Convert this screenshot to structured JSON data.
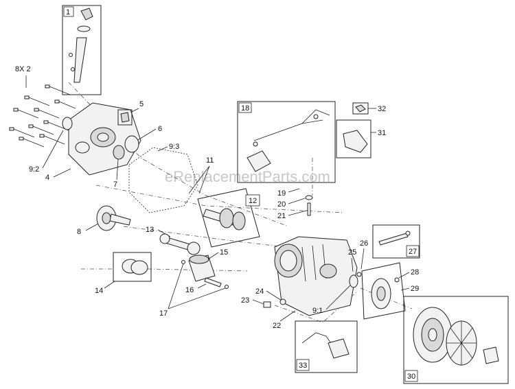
{
  "watermark": "eReplacementParts.com",
  "callouts": {
    "c1": "1",
    "c8x2": "8X 2",
    "c5": "5",
    "c6": "6",
    "c9_2": "9:2",
    "c4": "4",
    "c7": "7",
    "c9_3": "9:3",
    "c11": "11",
    "c18": "18",
    "c32": "32",
    "c31": "31",
    "c19": "19",
    "c20": "20",
    "c21": "21",
    "c12": "12",
    "c8": "8",
    "c13": "13",
    "c15": "15",
    "c14": "14",
    "c16": "16",
    "c17": "17",
    "c24": "24",
    "c23": "23",
    "c22": "22",
    "c9_1": "9:1",
    "c25": "25",
    "c26": "26",
    "c27": "27",
    "c28": "28",
    "c29": "29",
    "c33": "33",
    "c30": "30"
  }
}
